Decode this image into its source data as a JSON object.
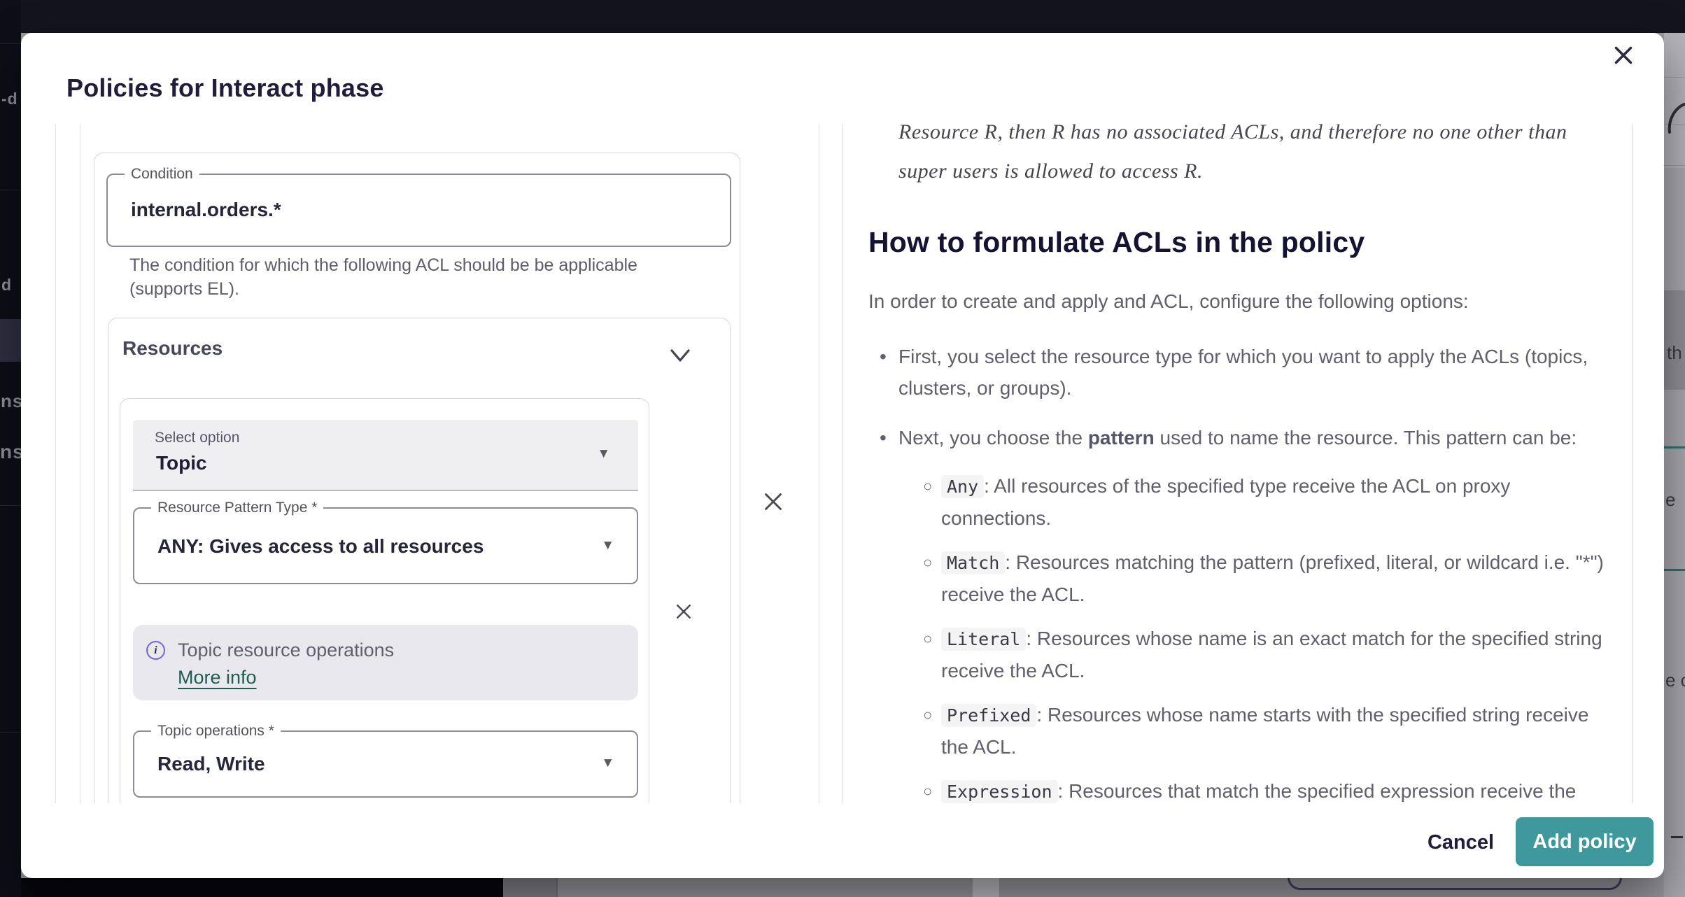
{
  "modal": {
    "title": "Policies for Interact phase",
    "form": {
      "condition": {
        "label": "Condition",
        "value": "internal.orders.*",
        "helper": "The condition for which the following ACL should be be applicable (supports EL)."
      },
      "resources": {
        "title": "Resources",
        "resource_type": {
          "label": "Select option",
          "value": "Topic"
        },
        "pattern_type": {
          "label": "Resource Pattern Type *",
          "value": "ANY: Gives access to all resources"
        },
        "info_box": {
          "title": "Topic resource operations",
          "link": "More info"
        },
        "operations": {
          "label": "Topic operations *",
          "value": "Read, Write"
        }
      }
    },
    "docs": {
      "intro_quote": "Resource R, then R has no associated ACLs, and therefore no one other than super users is allowed to access R.",
      "heading": "How to formulate ACLs in the policy",
      "paragraph": "In order to create and apply and ACL, configure the following options:",
      "bullet1": "First, you select the resource type for which you want to apply the ACLs (topics, clusters, or groups).",
      "bullet2_pre": "Next, you choose the ",
      "bullet2_bold": "pattern",
      "bullet2_post": " used to name the resource. This pattern can be:",
      "sub_bullets": [
        {
          "code": "Any",
          "text": ": All resources of the specified type receive the ACL on proxy connections."
        },
        {
          "code": "Match",
          "text": ": Resources matching the pattern (prefixed, literal, or wildcard i.e. \"*\") receive the ACL."
        },
        {
          "code": "Literal",
          "text": ": Resources whose name is an exact match for the specified string receive the ACL."
        },
        {
          "code": "Prefixed",
          "text": ": Resources whose name starts with the specified string receive the ACL."
        },
        {
          "code": "Expression",
          "text": ": Resources that match the specified expression receive the"
        }
      ]
    },
    "footer": {
      "cancel_label": "Cancel",
      "add_label": "Add policy"
    }
  },
  "background": {
    "left_sidebar_fragments": {
      "f1": "-d",
      "f2": "d",
      "f3": "ns",
      "f4": "ns"
    },
    "right_page_fragments": {
      "f1": "th",
      "f2": "e",
      "f3": "e c"
    }
  },
  "colors": {
    "accent_teal": "#3f999c",
    "link_teal": "#1f5c55",
    "info_purple": "#7b5fe8",
    "title_navy": "#201d3a"
  }
}
